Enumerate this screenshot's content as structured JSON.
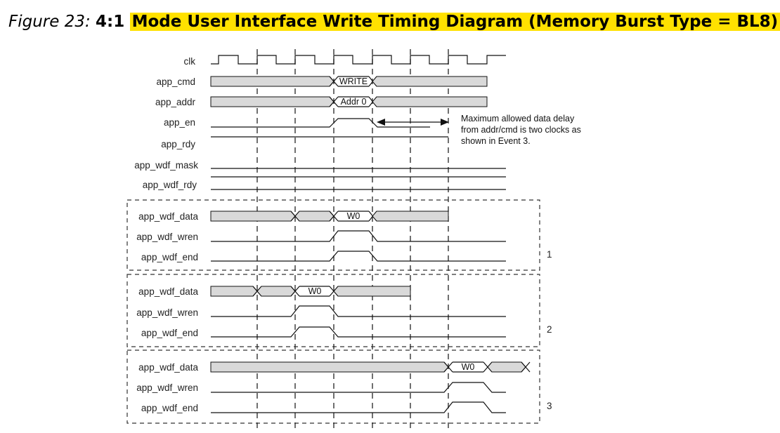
{
  "caption": {
    "figure": "Figure 23:",
    "ratio": "4:1",
    "title": "Mode User Interface Write Timing Diagram (Memory Burst Type = BL8)"
  },
  "signals": {
    "clk": "clk",
    "app_cmd": "app_cmd",
    "app_addr": "app_addr",
    "app_en": "app_en",
    "app_rdy": "app_rdy",
    "app_wdf_mask": "app_wdf_mask",
    "app_wdf_rdy": "app_wdf_rdy",
    "app_wdf_data": "app_wdf_data",
    "app_wdf_wren": "app_wdf_wren",
    "app_wdf_end": "app_wdf_end"
  },
  "bus_values": {
    "cmd": "WRITE",
    "addr": "Addr 0",
    "data": "W0"
  },
  "note": {
    "line1": "Maximum allowed data delay",
    "line2": "from addr/cmd is two clocks as",
    "line3": "shown in Event 3."
  },
  "events": [
    "1",
    "2",
    "3"
  ]
}
